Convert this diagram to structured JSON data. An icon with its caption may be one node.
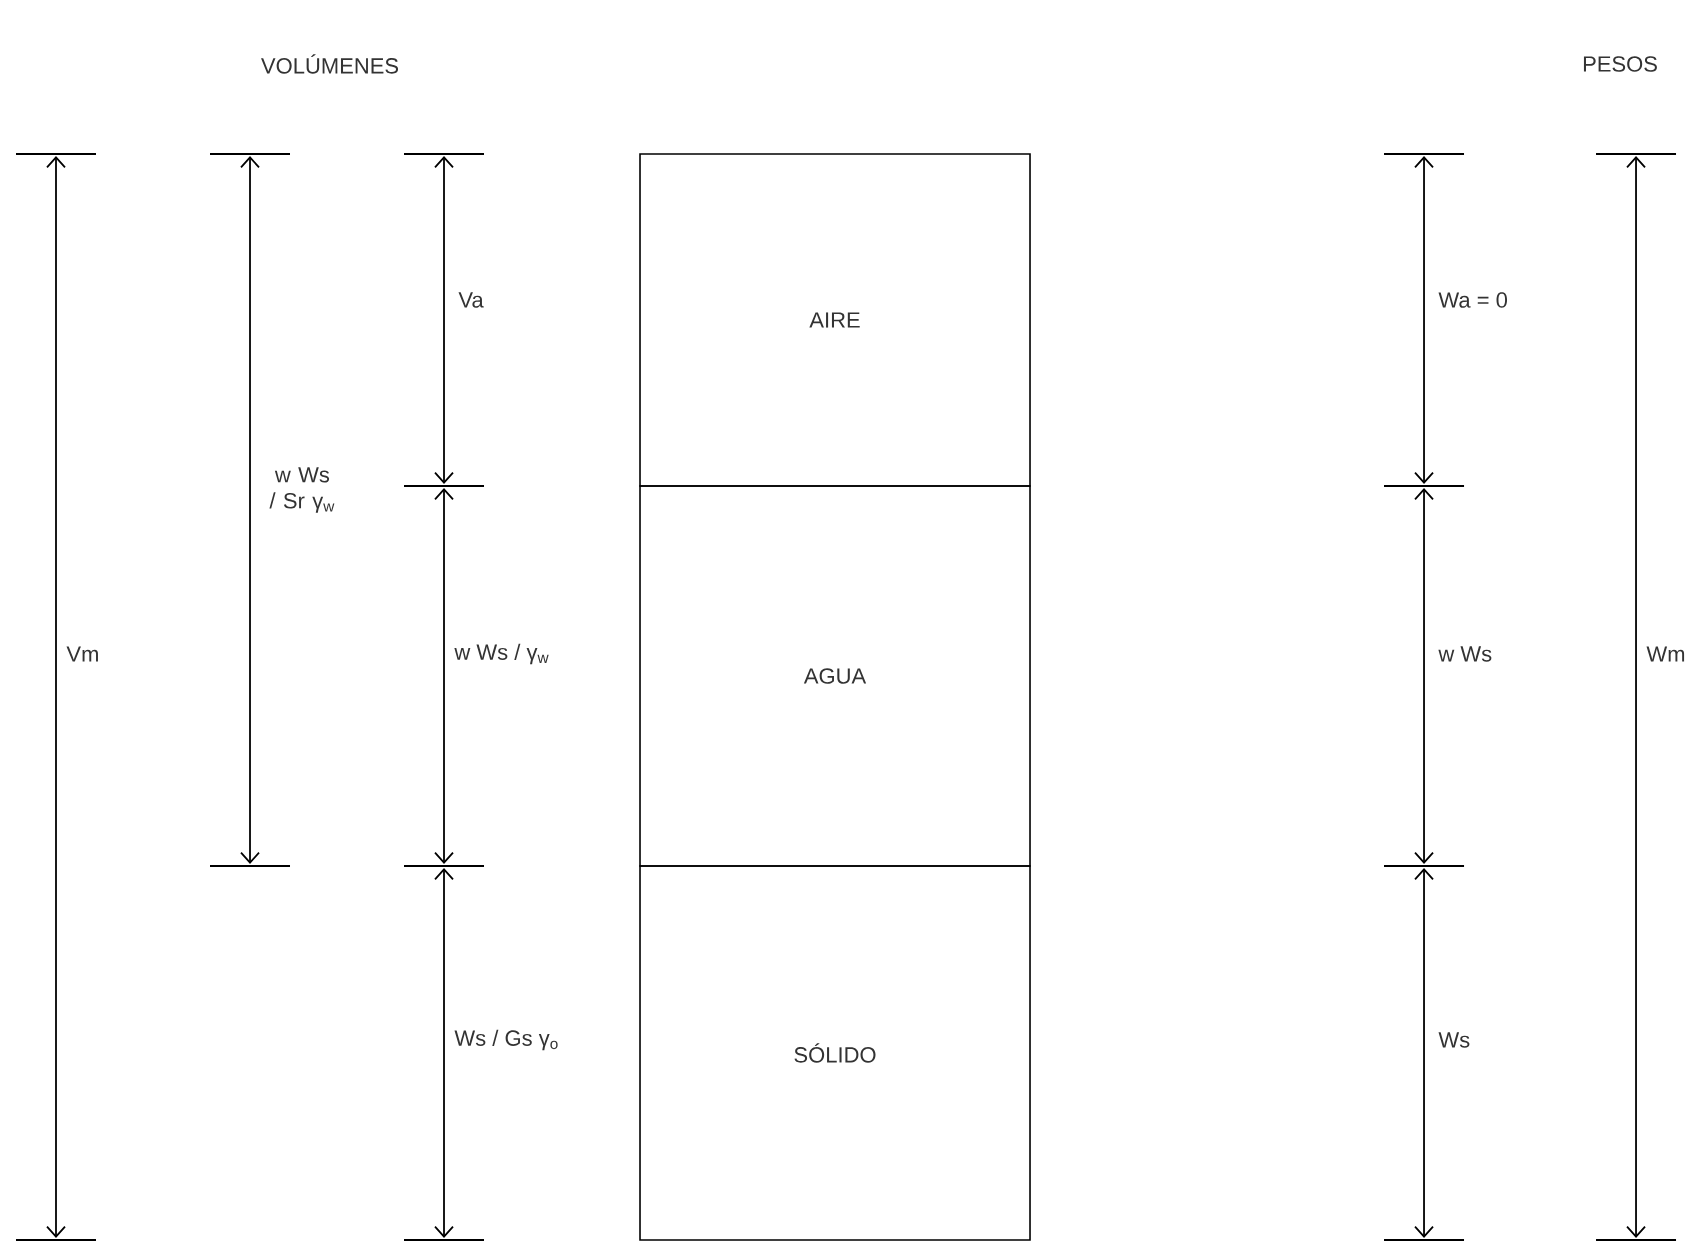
{
  "diagram": {
    "nodes": [
      {
        "text": [
          "AIRE"
        ]
      },
      {
        "text": [
          "AGUA"
        ]
      },
      {
        "text": [
          "SÓLIDO"
        ]
      }
    ],
    "edges": [],
    "labels": [
      "VOLÚMENES",
      "PESOS",
      "Va",
      "Wa = 0",
      "w Ws / Sr γ$_{w}$",
      "Vm",
      "w Ws / γ$_{w}$",
      "w Ws",
      "Wm",
      "Ws / Gs γ$_{o}$",
      "Ws"
    ]
  }
}
